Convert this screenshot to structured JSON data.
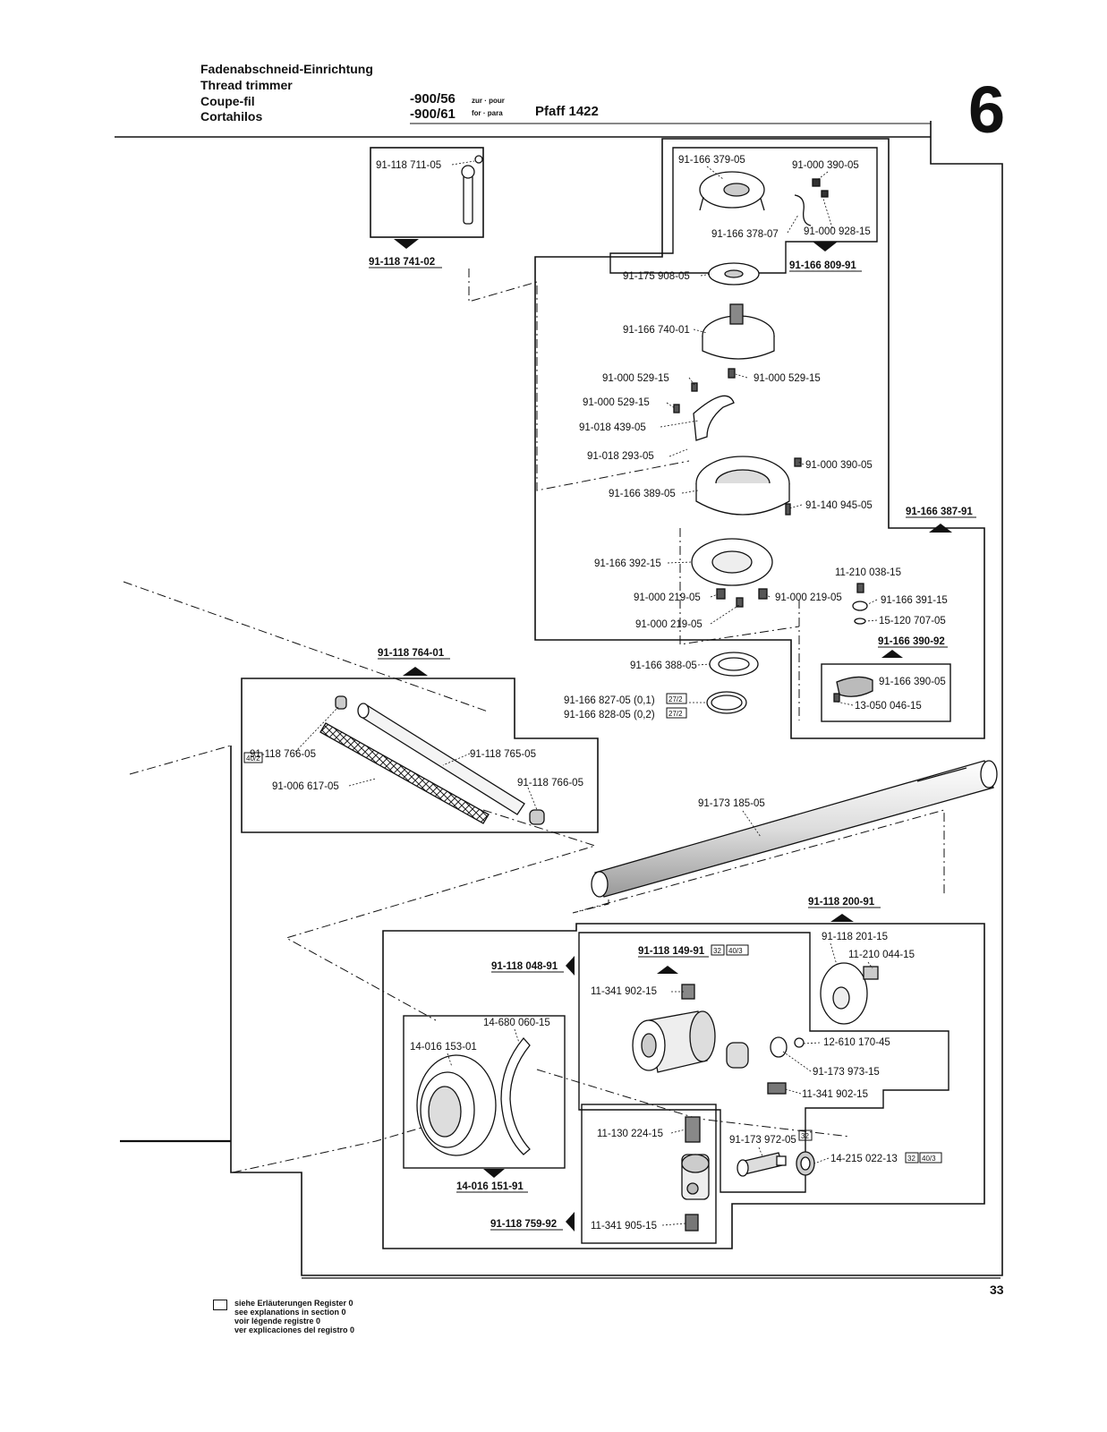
{
  "header": {
    "title_de": "Fadenabschneid-Einrichtung",
    "title_en": "Thread trimmer",
    "title_fr": "Coupe-fil",
    "title_es": "Cortahilos",
    "model_a": "-900/56",
    "model_b": "-900/61",
    "prep_a": "zur · pour",
    "prep_b": "for · para",
    "machine": "Pfaff 1422",
    "section_number": "6"
  },
  "footer": {
    "legend_de": "siehe Erläuterungen Register 0",
    "legend_en": "see explanations in section 0",
    "legend_fr": "voir légende registre 0",
    "legend_es": "ver explicaciones del registro 0",
    "page_number": "33"
  },
  "assemblies": {
    "a1": "91-118 741-02",
    "a2": "91-166 809-91",
    "a3": "91-166 387-91",
    "a4": "91-166 390-92",
    "a5": "91-118 764-01",
    "a6": "91-118 200-91",
    "a7": "91-118 149-91",
    "a8": "91-118 048-91",
    "a9": "14-016 151-91",
    "a10": "91-118 759-92"
  },
  "parts": {
    "p1": "91-118 711-05",
    "p2": "91-166 379-05",
    "p3": "91-000 390-05",
    "p4": "91-166 378-07",
    "p5": "91-000 928-15",
    "p6": "91-175 908-05",
    "p7": "91-166 740-01",
    "p8": "91-000 529-15",
    "p9": "91-000 529-15",
    "p10": "91-000 529-15",
    "p11": "91-018 439-05",
    "p12": "91-018 293-05",
    "p13": "91-000 390-05",
    "p14": "91-166 389-05",
    "p15": "91-140 945-05",
    "p16": "91-166 392-15",
    "p17": "11-210 038-15",
    "p18": "91-000 219-05",
    "p19": "91-000 219-05",
    "p20": "91-166 391-15",
    "p21": "91-000 219-05",
    "p22": "15-120 707-05",
    "p23": "91-166 388-05",
    "p24": "91-166 390-05",
    "p25": "91-166 827-05 (0,1)",
    "p26": "91-166 828-05 (0,2)",
    "p27": "13-050 046-15",
    "p28": "91-118 766-05",
    "p29": "91-118 765-05",
    "p30": "91-006 617-05",
    "p31": "91-118 766-05",
    "p32": "91-173 185-05",
    "p33": "91-118 201-15",
    "p34": "11-210 044-15",
    "p35": "11-341 902-15",
    "p36": "14-680 060-15",
    "p37": "14-016 153-01",
    "p38": "12-610 170-45",
    "p39": "91-173 973-15",
    "p40": "11-341 902-15",
    "p41": "11-130 224-15",
    "p42": "91-173 972-05",
    "p43": "14-215 022-13",
    "p44": "11-341 905-15"
  },
  "register_tags": {
    "t_27_2": "27/2",
    "t_40_2": "40/2",
    "t_32": "32",
    "t_40_3": "40/3"
  },
  "colors": {
    "ink": "#111111",
    "paper": "#ffffff",
    "shade": "#bfbfbf"
  }
}
